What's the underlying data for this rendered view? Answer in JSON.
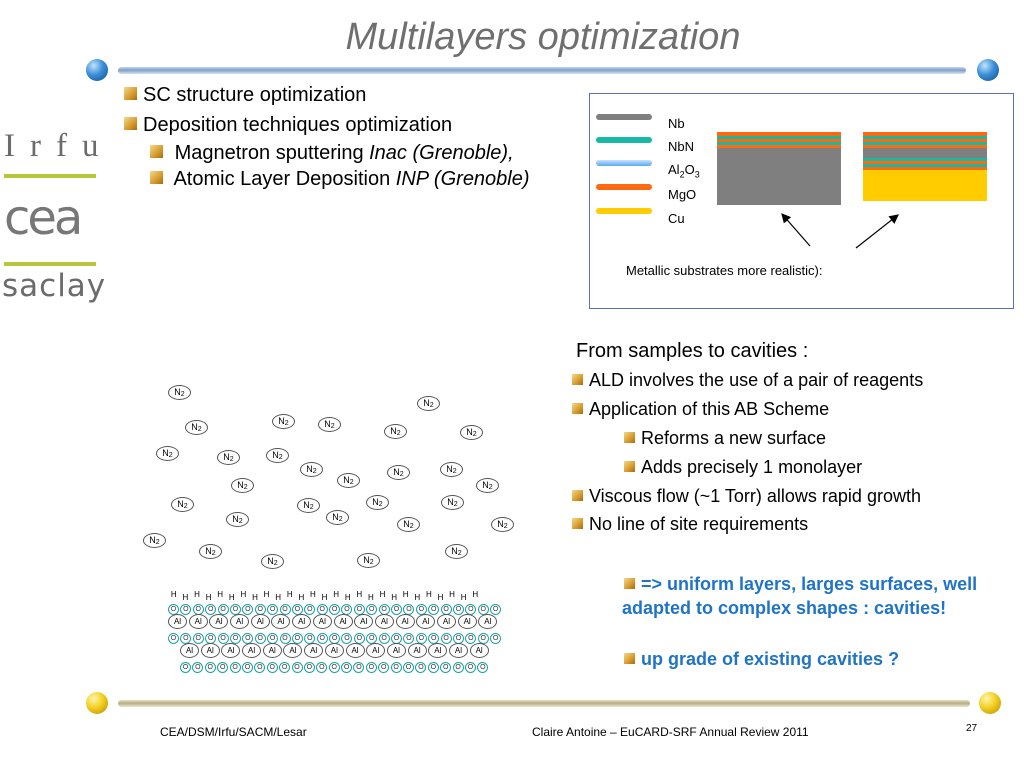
{
  "slide": {
    "title": "Multilayers optimization",
    "footer_left": "CEA/DSM/Irfu/SACM/Lesar",
    "footer_center": "Claire Antoine – EuCARD-SRF Annual Review 2011",
    "page_number": "27"
  },
  "logos": {
    "irfu": "Irfu",
    "cea": "cea",
    "saclay": "saclay"
  },
  "top_list": {
    "item1": "SC structure optimization",
    "item2": "Deposition techniques optimization",
    "sub1_text": "Magnetron sputtering ",
    "sub1_italic": "Inac (Grenoble),",
    "sub2_text": "Atomic Layer Deposition ",
    "sub2_italic": "INP (Grenoble)"
  },
  "legend": {
    "items": [
      {
        "label": "Nb",
        "color": "#7f7f7f"
      },
      {
        "label": "NbN",
        "color": "#17b8a6"
      },
      {
        "label_main": "Al",
        "sub1": "2",
        "mid": "O",
        "sub2": "3",
        "color": "#6cb4f2"
      },
      {
        "label": "MgO",
        "color": "#ff6a10"
      },
      {
        "label": "Cu",
        "color": "#ffcc00"
      }
    ],
    "caption": "Metallic substrates more realistic):"
  },
  "right_list": {
    "heading": "From samples to cavities :",
    "item1": "ALD involves the use of a pair of reagents",
    "item2": "Application of this AB Scheme",
    "sub1": "Reforms a new surface",
    "sub2": "Adds precisely 1 monolayer",
    "item3": "Viscous flow (~1 Torr) allows rapid growth",
    "item4": "No line of site requirements",
    "conclusion1": "=> uniform layers, larges surfaces, well adapted to complex shapes : cavities!",
    "conclusion2": "up grade of existing cavities ?"
  },
  "diagram": {
    "molecule_label": "N",
    "molecule_sub": "2",
    "hydrogen": "H",
    "oxygen": "O",
    "aluminium": "Al"
  }
}
